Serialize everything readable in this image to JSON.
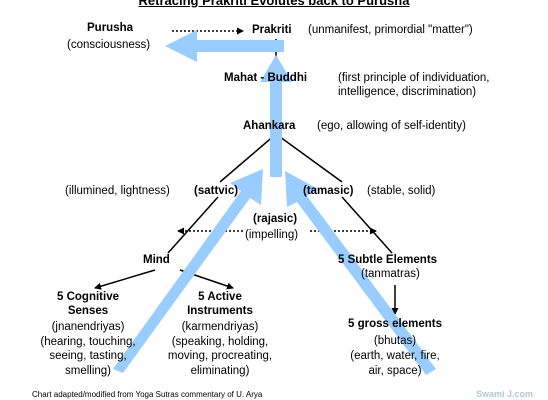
{
  "title": "Retracing Prakriti Evolutes back to Purusha",
  "nodes": {
    "purusha": {
      "name": "Purusha",
      "desc": "(consciousness)"
    },
    "prakriti": {
      "name": "Prakriti",
      "desc": "(unmanifest, primordial \"matter\")"
    },
    "mahat": {
      "name": "Mahat - Buddhi",
      "desc_line1": "(first principle of individuation,",
      "desc_line2": "intelligence, discrimination)"
    },
    "ahankara": {
      "name": "Ahankara",
      "desc": "(ego, allowing of self-identity)"
    },
    "sattvic": {
      "name": "(sattvic)",
      "desc": "(illumined, lightness)"
    },
    "tamasic": {
      "name": "(tamasic)",
      "desc": "(stable, solid)"
    },
    "rajasic": {
      "name": "(rajasic)",
      "desc": "(impelling)"
    },
    "mind": {
      "name": "Mind"
    },
    "subtle": {
      "name": "5 Subtle Elements",
      "desc": "(tanmatras)"
    },
    "cognitive": {
      "name_line1": "5 Cognitive",
      "name_line2": "Senses",
      "desc_line1": "(jnanendriyas)",
      "desc_line2": "(hearing, touching,",
      "desc_line3": "seeing, tasting,",
      "desc_line4": "smelling)"
    },
    "active": {
      "name_line1": "5 Active",
      "name_line2": "Instruments",
      "desc_line1": "(karmendriyas)",
      "desc_line2": "(speaking, holding,",
      "desc_line3": "moving, procreating,",
      "desc_line4": "eliminating)"
    },
    "gross": {
      "name": "5 gross elements",
      "desc_line1": "(bhutas)",
      "desc_line2": "(earth, water, fire,",
      "desc_line3": "air, space)"
    }
  },
  "footer": {
    "credit": "Chart adapted/modified from Yoga Sutras commentary of U. Arya",
    "watermark": "Swami J.com"
  },
  "colors": {
    "arrow": "#99ccff",
    "text": "#000000",
    "background": "#ffffff"
  }
}
